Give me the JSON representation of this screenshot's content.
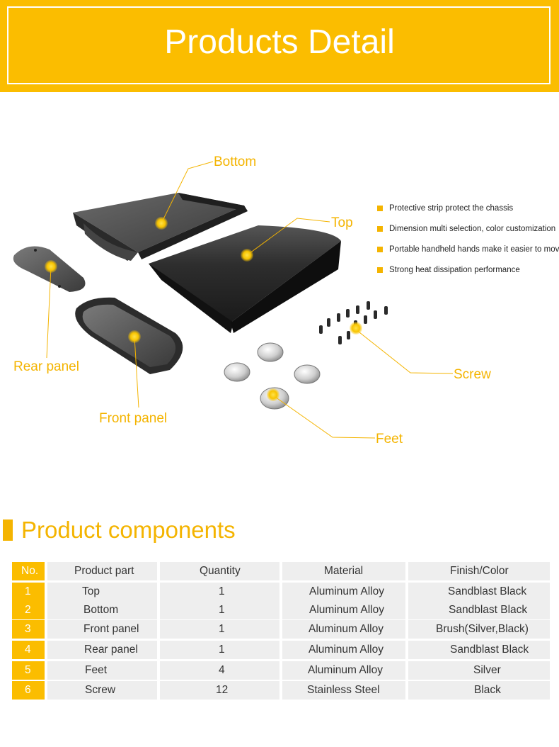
{
  "banner": {
    "title": "Products Detail"
  },
  "callouts": {
    "bottom": "Bottom",
    "top": "Top",
    "rear_panel": "Rear panel",
    "front_panel": "Front panel",
    "screw": "Screw",
    "feet": "Feet"
  },
  "features": [
    "Protective strip protect the chassis",
    "Dimension multi selection, color customization",
    "Portable handheld hands make it easier to move",
    "Strong heat dissipation performance"
  ],
  "section": {
    "title": "Product components"
  },
  "table": {
    "headers": [
      "No.",
      "Product part",
      "Quantity",
      "Material",
      "Finish/Color"
    ],
    "rows": [
      [
        "1",
        "Top",
        "1",
        "Aluminum Alloy",
        "Sandblast Black"
      ],
      [
        "2",
        "Bottom",
        "1",
        "Aluminum Alloy",
        "Sandblast Black"
      ],
      [
        "3",
        "Front panel",
        "1",
        "Aluminum Alloy",
        "Brush(Silver,Black)"
      ],
      [
        "4",
        "Rear panel",
        "1",
        "Aluminum Alloy",
        "Sandblast Black"
      ],
      [
        "5",
        "Feet",
        "4",
        "Aluminum Alloy",
        "Silver"
      ],
      [
        "6",
        "Screw",
        "12",
        "Stainless Steel",
        "Black"
      ]
    ]
  },
  "colors": {
    "accent": "#fbbd00",
    "cell_bg": "#eeeeee",
    "leader": "#f4b400"
  }
}
